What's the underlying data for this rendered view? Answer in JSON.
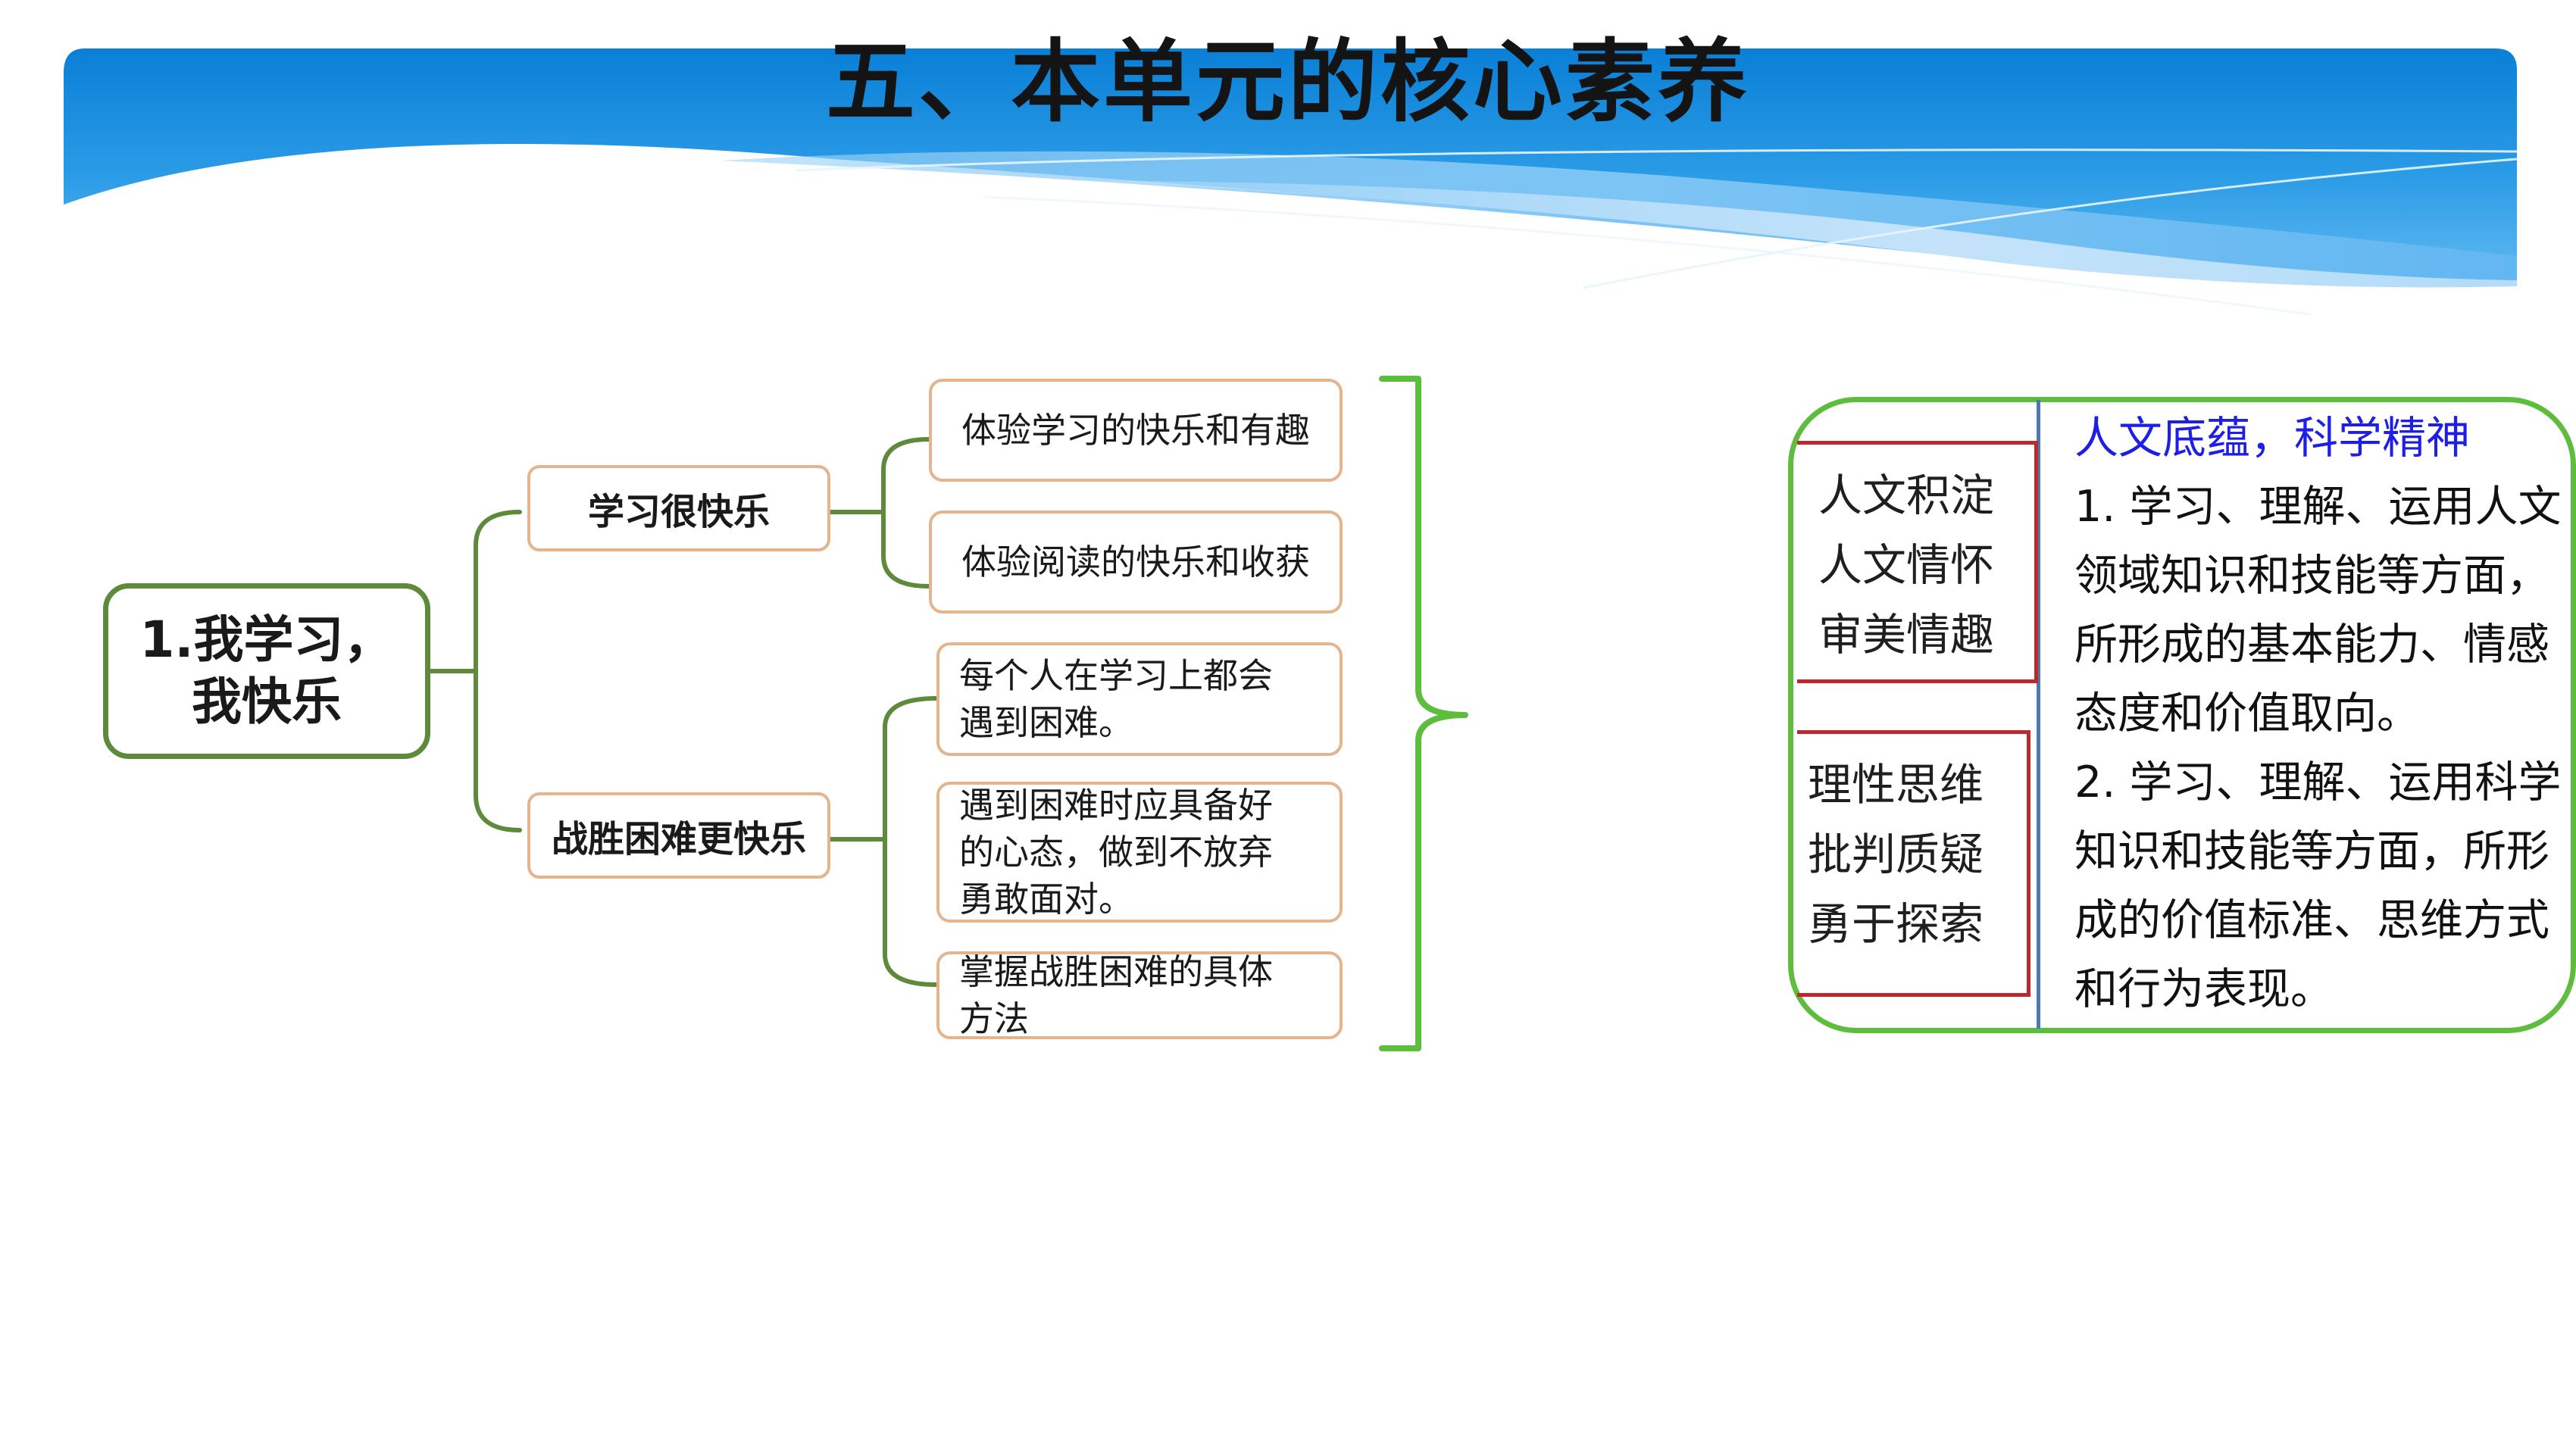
{
  "title": "五、本单元的核心素养",
  "mindmap": {
    "root": [
      "1.我学习，",
      "我快乐"
    ],
    "branches": [
      {
        "label": "学习很快乐",
        "leaves": [
          [
            "体验学习的快乐和有趣"
          ],
          [
            "体验阅读的快乐和收获"
          ]
        ]
      },
      {
        "label": "战胜困难更快乐",
        "leaves": [
          [
            "每个人在学习上都会",
            "遇到困难。"
          ],
          [
            "遇到困难时应具备好",
            "的心态，做到不放弃",
            "勇敢面对。"
          ],
          [
            "掌握战胜困难的具体",
            "方法"
          ]
        ]
      }
    ]
  },
  "literacy_panel": {
    "group1": [
      "人文积淀",
      "人文情怀",
      "审美情趣"
    ],
    "group2": [
      "理性思维",
      "批判质疑",
      "勇于探索"
    ],
    "heading": "人文底蕴，科学精神",
    "body_lines": [
      "1. 学习、理解、运用人文",
      "领域知识和技能等方面，",
      "所形成的基本能力、情感",
      "态度和价值取向。",
      "2. 学习、理解、运用科学",
      "知识和技能等方面，所形",
      "成的价值标准、思维方式",
      "和行为表现。"
    ]
  },
  "colors": {
    "banner_blue": "#1e8fdc",
    "root_border": "#5e8a3c",
    "node_border": "#e6b48c",
    "bracket_green": "#5fbd3e",
    "red_box": "#c0272d",
    "divider_blue": "#4c78b3",
    "heading_blue": "#1e1ee6"
  }
}
